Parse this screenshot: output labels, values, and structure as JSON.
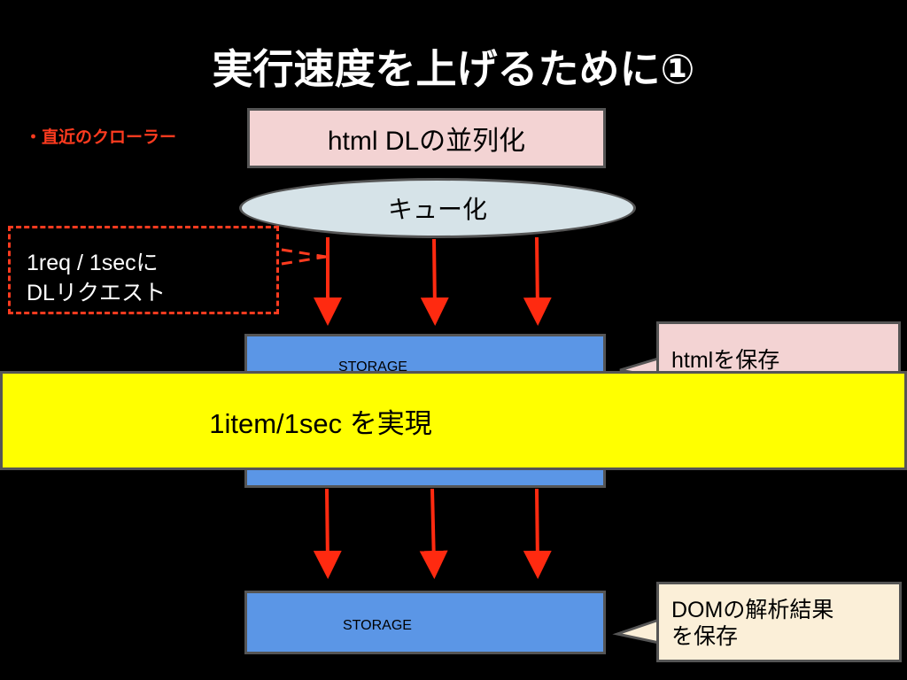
{
  "title": "実行速度を上げるために①",
  "bullet": "・直近のクローラー",
  "html_dl": "html DLの並列化",
  "queue": "キュー化",
  "request_note": {
    "line1": "1req / 1secに",
    "line2": "DLリクエスト"
  },
  "storage1": "STORAGE",
  "storage2": "STORAGE",
  "callout_html": "htmlを保存",
  "callout_dom": {
    "line1": "DOMの解析結果",
    "line2": "を保存"
  },
  "banner": "1item/1sec を実現",
  "colors": {
    "arrow": "#ff2a10",
    "dashed": "#ff3b1f",
    "storage": "#5b96e6",
    "banner": "#ffff00"
  }
}
